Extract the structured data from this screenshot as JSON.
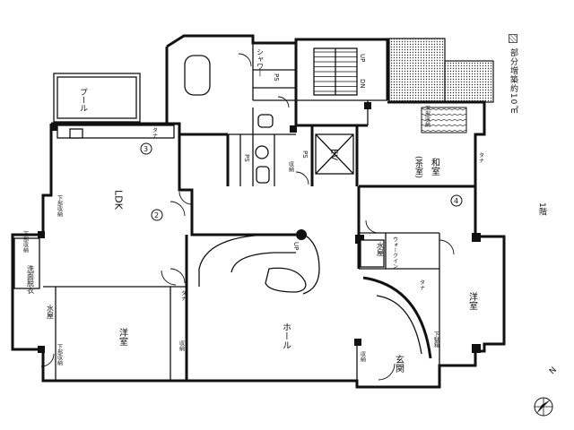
{
  "legend": {
    "hatch_label": "部分増築約10㎡"
  },
  "floor_label": "1階",
  "compass": {
    "north_label": "N"
  },
  "rooms": {
    "pool": "プール",
    "shower": "シャワー",
    "ps1": "PS",
    "ps2": "PS",
    "ps3": "PS",
    "ev": "EV",
    "up_stairs": "UP",
    "dn_stairs": "DN",
    "washitsu": "和室",
    "washitsu_sub": "(茶室)",
    "ldk": "LDK",
    "senmen": "洗面脱衣",
    "mizuya1": "水屋",
    "mizuya2": "水屋",
    "yoshitsu_left": "洋室",
    "yoshitsu_right": "洋室",
    "hall": "ホール",
    "genkan": "玄関",
    "stair_up": "UP",
    "walkin": "ウォークイン",
    "tana1": "タナ",
    "tana2": "タナ",
    "tana3": "タナ",
    "tana4": "タナ",
    "shuno1": "収納",
    "shuno2": "収納",
    "shuno3": "収納",
    "gebako": "下駄箱",
    "kanagu1": "下部収納",
    "kanagu2": "下部収納",
    "kanagu3": "下部収納",
    "kanagu4": "下部収納",
    "mark2": "2",
    "mark3": "3",
    "mark4": "4"
  }
}
